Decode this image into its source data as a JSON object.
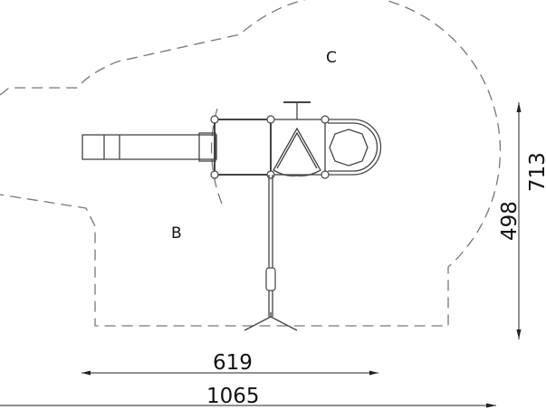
{
  "zones": {
    "zone_b": "B",
    "zone_c": "C"
  },
  "dimensions": {
    "width_equipment": "619",
    "width_total": "1065",
    "depth_equipment": "498",
    "depth_total": "713"
  }
}
